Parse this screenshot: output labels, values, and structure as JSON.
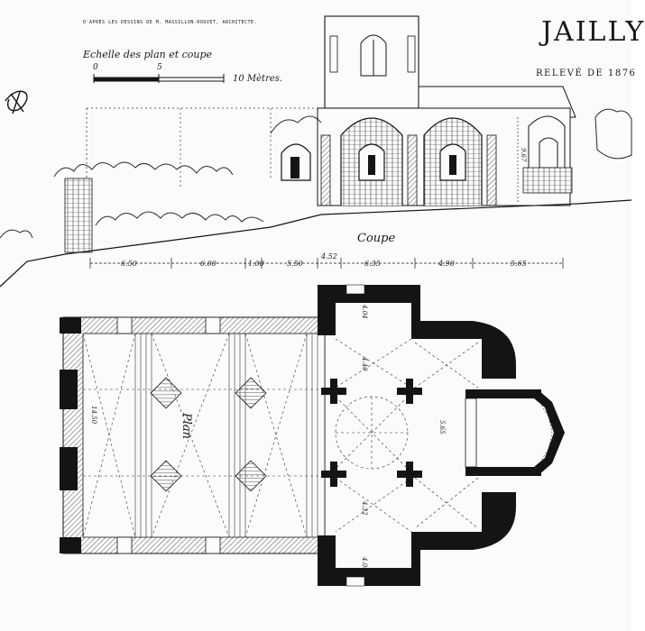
{
  "credit": "D'APRÈS LES DESSINS DE M. MASSILLON-ROUVET, ARCHITECTE.",
  "scale": {
    "title": "Echelle des plan et coupe",
    "tick_0": "0",
    "tick_5": "5",
    "end_label": "10 Mètres."
  },
  "title": "JAILLY",
  "survey": "RELEVÉ DE 1876",
  "section_label": "Coupe",
  "plan_label": "Plan",
  "section_dims": [
    "6.50",
    "6.00",
    "1.00",
    "5.50",
    "4.52",
    "6.35",
    "4.90",
    "5.65"
  ],
  "section_height": "9.67",
  "plan_dims": {
    "nave_width": "14.50",
    "north_transept": "4.04",
    "crossing_top": "4.40",
    "crossing_width": "5.65",
    "crossing_bottom": "4.32",
    "south_transept": "4.04"
  },
  "colors": {
    "ink": "#141414",
    "paper": "#fbfbfa",
    "hatch": "#555555"
  }
}
